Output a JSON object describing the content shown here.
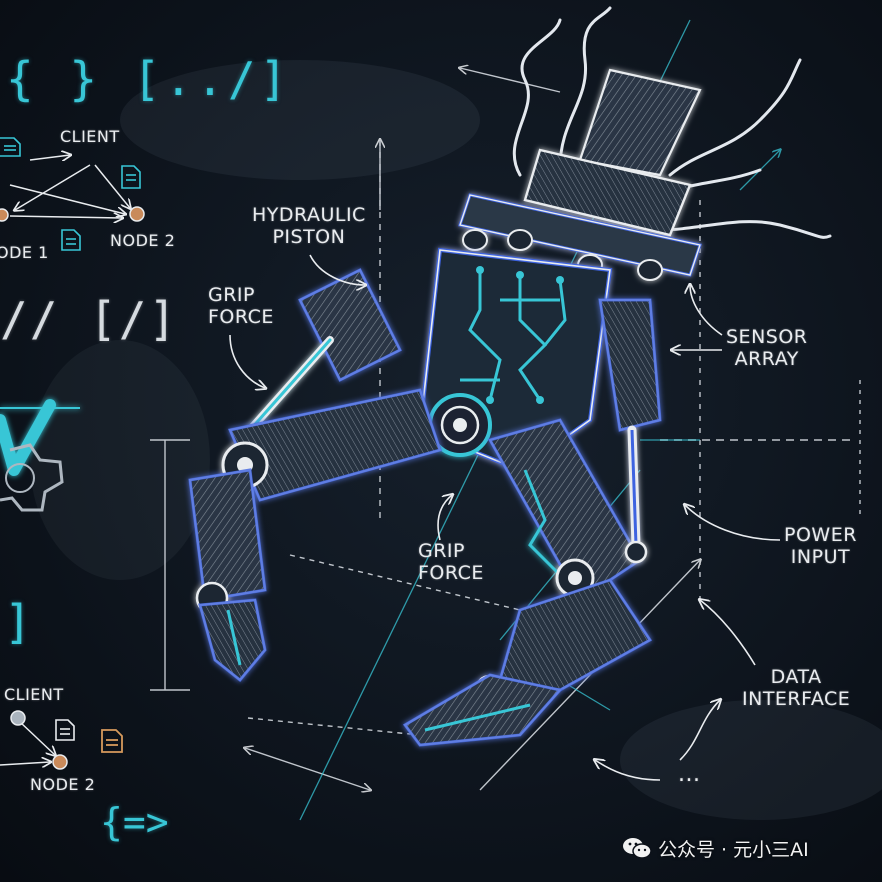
{
  "code_snippets": {
    "braces_top": "{ } [../]",
    "slashes_mid": "// [/]",
    "bracket_lower": "]",
    "arrow_bottom": "{=>"
  },
  "network_top": {
    "client": "CLIENT",
    "node1": "ODE 1",
    "node2": "NODE 2"
  },
  "network_bottom": {
    "client": "CLIENT",
    "node2": "NODE 2"
  },
  "labels": {
    "hydraulic_piston": [
      "HYDRAULIC",
      "PISTON"
    ],
    "grip_force_upper": [
      "GRIP",
      "FORCE"
    ],
    "grip_force_lower": [
      "GRIP",
      "FORCE"
    ],
    "sensor_array": [
      "SENSOR",
      "ARRAY"
    ],
    "power_input": [
      "POWER",
      "INPUT"
    ],
    "data_interface": [
      "DATA",
      "INTERFACE"
    ]
  },
  "ellipsis": "...",
  "watermark": {
    "text": "公众号 · 元小三AI",
    "icon": "wechat-logo-icon"
  },
  "colors": {
    "background": "#0c1119",
    "accent_cyan": "#38c6d6",
    "accent_blue": "#2f55d4",
    "chalk": "#e9ecef",
    "node_orange": "#c98a5a"
  }
}
